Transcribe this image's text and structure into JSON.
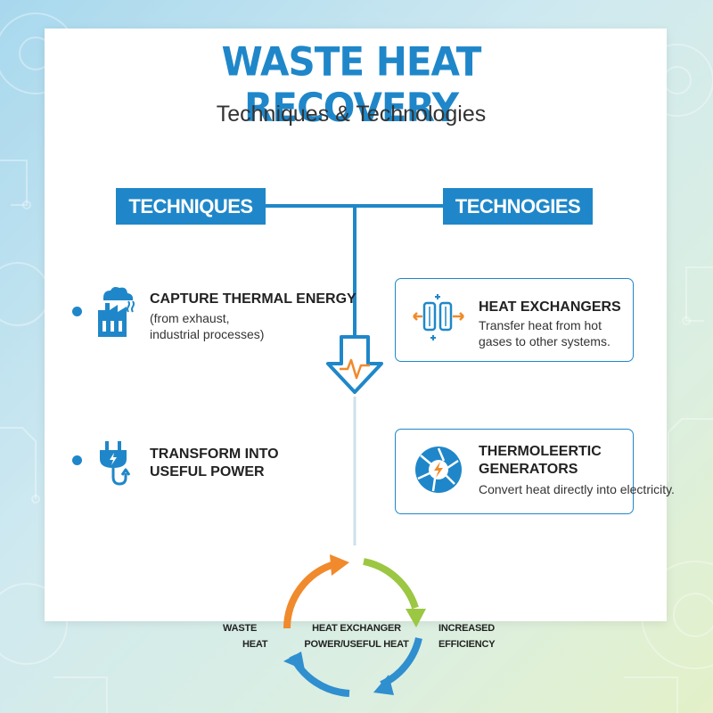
{
  "header": {
    "title": "WASTE HEAT RECOVERY",
    "subtitle": "Techniques & Technologies"
  },
  "columns": {
    "techniques_label": "TECHNIQUES",
    "technologies_label": "TECHNOGIES"
  },
  "techniques": [
    {
      "title": "CAPTURE THERMAL ENERGY",
      "desc_line1": "(from exhaust,",
      "desc_line2": "industrial processes)",
      "icon": "factory-icon"
    },
    {
      "title_line1": "TRANSFORM INTO",
      "title_line2": "USEFUL POWER",
      "icon": "power-plug-icon"
    }
  ],
  "technologies": [
    {
      "title": "HEAT EXCHANGERS",
      "desc_line1": "Transfer heat from hot",
      "desc_line2": "gases to other systems.",
      "icon": "heat-exchanger-icon"
    },
    {
      "title_line1": "THERMOLEERTIC",
      "title_line2": "GENERATORS",
      "desc": "Convert heat directly into electricity.",
      "icon": "thermoelectric-icon"
    }
  ],
  "cycle": {
    "left_line1": "WASTE",
    "left_line2": "HEAT",
    "center_line1": "HEAT EXCHANGER",
    "center_line2": "POWER/USEFUL HEAT",
    "right_line1": "INCREASED",
    "right_line2": "EFFICIENCY"
  },
  "colors": {
    "accent": "#1f87c9",
    "orange": "#f08a2c",
    "green": "#9bc742",
    "blue_arrow": "#2f8fcf"
  }
}
